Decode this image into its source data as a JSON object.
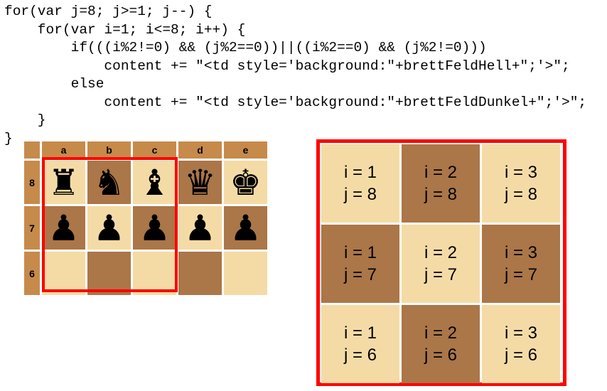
{
  "code_lines": [
    "for(var j=8; j>=1; j--) {",
    "    for(var i=1; i<=8; i++) {",
    "        if(((i%2!=0) && (j%2==0))||((i%2==0) && (j%2!=0)))",
    "            content += \"<td style='background:\"+brettFeldHell+\";'>\";",
    "        else",
    "            content += \"<td style='background:\"+brettFeldDunkel+\";'>\";",
    "    }",
    "}"
  ],
  "board": {
    "columns": [
      "a",
      "b",
      "c",
      "d",
      "e"
    ],
    "rows": [
      {
        "label": "8",
        "squares": [
          {
            "shade": "light",
            "piece": "♜",
            "icon": "rook-icon"
          },
          {
            "shade": "dark",
            "piece": "♞",
            "icon": "knight-icon"
          },
          {
            "shade": "light",
            "piece": "♝",
            "icon": "bishop-icon"
          },
          {
            "shade": "dark",
            "piece": "♛",
            "icon": "queen-icon"
          },
          {
            "shade": "light",
            "piece": "♚",
            "icon": "king-icon"
          }
        ]
      },
      {
        "label": "7",
        "squares": [
          {
            "shade": "dark",
            "piece": "♟",
            "icon": "pawn-icon"
          },
          {
            "shade": "light",
            "piece": "♟",
            "icon": "pawn-icon"
          },
          {
            "shade": "dark",
            "piece": "♟",
            "icon": "pawn-icon"
          },
          {
            "shade": "light",
            "piece": "♟",
            "icon": "pawn-icon"
          },
          {
            "shade": "dark",
            "piece": "♟",
            "icon": "pawn-icon"
          }
        ]
      },
      {
        "label": "6",
        "squares": [
          {
            "shade": "light",
            "piece": "",
            "icon": ""
          },
          {
            "shade": "dark",
            "piece": "",
            "icon": ""
          },
          {
            "shade": "light",
            "piece": "",
            "icon": ""
          },
          {
            "shade": "dark",
            "piece": "",
            "icon": ""
          },
          {
            "shade": "light",
            "piece": "",
            "icon": ""
          }
        ]
      }
    ]
  },
  "grid_cells": [
    {
      "i_text": "i = 1",
      "j_text": "j = 8",
      "shade": "light"
    },
    {
      "i_text": "i = 2",
      "j_text": "j = 8",
      "shade": "dark"
    },
    {
      "i_text": "i = 3",
      "j_text": "j = 8",
      "shade": "light"
    },
    {
      "i_text": "i = 1",
      "j_text": "j = 7",
      "shade": "dark"
    },
    {
      "i_text": "i = 2",
      "j_text": "j = 7",
      "shade": "light"
    },
    {
      "i_text": "i = 3",
      "j_text": "j = 7",
      "shade": "dark"
    },
    {
      "i_text": "i = 1",
      "j_text": "j = 6",
      "shade": "light"
    },
    {
      "i_text": "i = 2",
      "j_text": "j = 6",
      "shade": "dark"
    },
    {
      "i_text": "i = 3",
      "j_text": "j = 6",
      "shade": "light"
    }
  ],
  "colors": {
    "light_square": "#f4dba6",
    "dark_square": "#ab7648",
    "header": "#c68a4b",
    "highlight": "#ff0000"
  }
}
